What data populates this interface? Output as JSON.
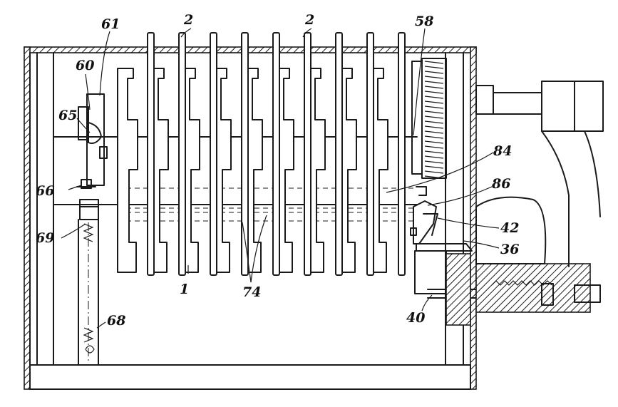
{
  "labels": {
    "l2a": "2",
    "l2b": "2",
    "l61": "61",
    "l58": "58",
    "l60": "60",
    "l65": "65",
    "l84": "84",
    "l66": "66",
    "l86": "86",
    "l42": "42",
    "l69": "69",
    "l36": "36",
    "l1": "1",
    "l74": "74",
    "l68": "68",
    "l40": "40"
  }
}
